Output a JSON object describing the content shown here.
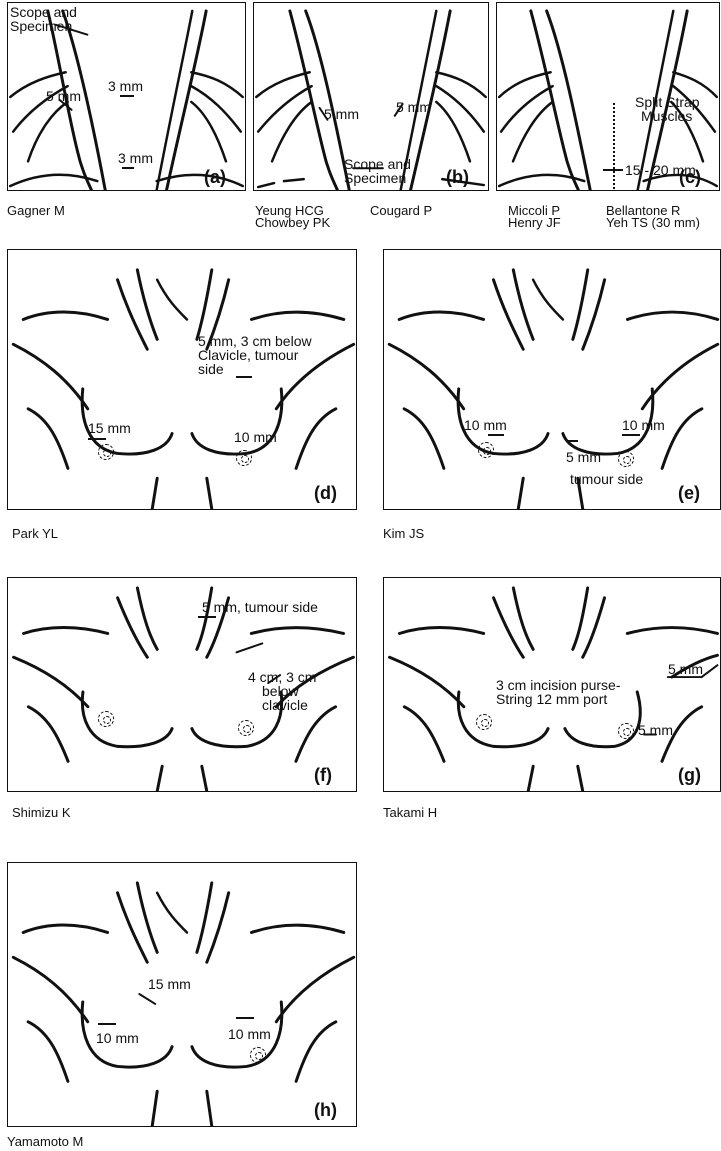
{
  "panels": {
    "a": {
      "tag": "(a)",
      "caption": "Gagner M",
      "labels": {
        "scope_line1": "Scope and",
        "scope_line2": "Specimen",
        "left_5mm": "5 mm",
        "center_3mm": "3 mm",
        "bottom_3mm": "3 mm"
      }
    },
    "b": {
      "tag": "(b)",
      "caption_left_line1": "Yeung HCG",
      "caption_left_line2": "Chowbey PK",
      "caption_right": "Cougard P",
      "labels": {
        "left_5mm": "5 mm",
        "right_5mm": "5 mm",
        "scope_line1": "Scope and",
        "scope_line2": "Specimen"
      }
    },
    "c": {
      "tag": "(c)",
      "caption_left_line1": "Miccoli P",
      "caption_left_line2": "Henry JF",
      "caption_right_line1": "Bellantone R",
      "caption_right_line2": "Yeh TS (30 mm)",
      "labels": {
        "split_line1": "Split Strap",
        "split_line2": "Muscles",
        "range": "15 - 20 mm"
      }
    },
    "d": {
      "tag": "(d)",
      "caption": "Park YL",
      "labels": {
        "line1": "5 mm, 3 cm below",
        "line2": "Clavicle, tumour",
        "line3": "side",
        "left_15mm": "15 mm",
        "right_10mm": "10 mm"
      }
    },
    "e": {
      "tag": "(e)",
      "caption": "Kim JS",
      "labels": {
        "left_10mm": "10 mm",
        "right_10mm": "10 mm",
        "mid_5mm": "5 mm",
        "tumour_side": "tumour side"
      }
    },
    "f": {
      "tag": "(f)",
      "caption": "Shimizu K",
      "labels": {
        "top": "5 mm, tumour side",
        "line1": "4 cm, 3 cm",
        "line2": "below",
        "line3": "clavicle"
      }
    },
    "g": {
      "tag": "(g)",
      "caption": "Takami H",
      "labels": {
        "top_5mm": "5 mm",
        "line1": "3 cm incision purse-",
        "line2": "String 12 mm port",
        "bottom_5mm": "5 mm"
      }
    },
    "h": {
      "tag": "(h)",
      "caption": "Yamamoto M",
      "labels": {
        "mid_15mm": "15 mm",
        "left_10mm": "10 mm",
        "right_10mm": "10 mm"
      }
    }
  }
}
